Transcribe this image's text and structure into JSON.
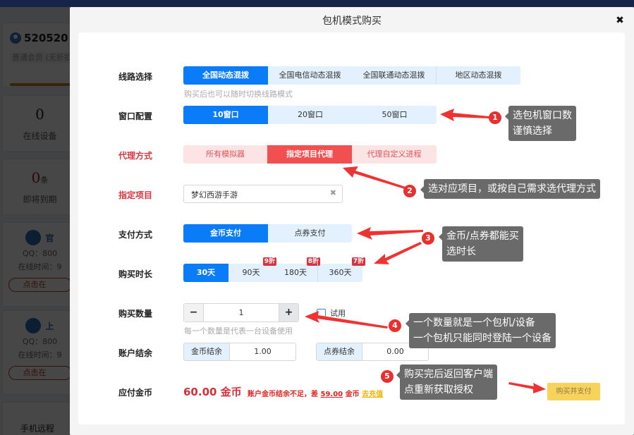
{
  "background": {
    "user": {
      "id": "520520",
      "level": "普通会员 (无折扣)"
    },
    "stats": [
      {
        "value": "0",
        "unit": "",
        "label": "在线设备"
      },
      {
        "value": "0",
        "unit": "条",
        "label": "即将到期"
      }
    ],
    "support": [
      {
        "name": "官",
        "qq": "QQ：800",
        "online": "在线时间：9",
        "button": "点击在"
      },
      {
        "name": "上",
        "qq": "QQ：800",
        "online": "在线时间：9",
        "button": "点击在"
      }
    ],
    "phone_remote": "手机远程"
  },
  "modal": {
    "title": "包机模式购买",
    "close_icon": "close-icon",
    "line": {
      "label": "线路选择",
      "options": [
        "全国动态混拨",
        "全国电信动态混拨",
        "全国联通动态混拨",
        "地区动态混拨"
      ],
      "selected": 0,
      "hint": "购买后也可以随时切换线路模式"
    },
    "window": {
      "label": "窗口配置",
      "options": [
        "10窗口",
        "20窗口",
        "50窗口"
      ],
      "selected": 0
    },
    "proxy": {
      "label": "代理方式",
      "options": [
        "所有模拟器",
        "指定项目代理",
        "代理自定义进程"
      ],
      "selected": 1
    },
    "project": {
      "label": "指定项目",
      "value": "梦幻西游手游",
      "clear_icon": "✖"
    },
    "payment": {
      "label": "支付方式",
      "options": [
        "金币支付",
        "点券支付"
      ],
      "selected": 0
    },
    "duration": {
      "label": "购买时长",
      "options": [
        {
          "label": "30天",
          "badge": ""
        },
        {
          "label": "90天",
          "badge": "9折"
        },
        {
          "label": "180天",
          "badge": "8折"
        },
        {
          "label": "360天",
          "badge": "7折"
        }
      ],
      "selected": 0
    },
    "quantity": {
      "label": "购买数量",
      "minus": "−",
      "value": "1",
      "plus": "+",
      "trial_label": "试用",
      "hint": "每一个数量是代表一台设备使用"
    },
    "balance": {
      "label": "账户结余",
      "gold_label": "金币结余",
      "gold_value": "1.00",
      "coupon_label": "点券结余",
      "coupon_value": "0.00"
    },
    "due": {
      "label": "应付金币",
      "amount": "60.00 金币",
      "warn_prefix": "账户金币结余不足，差 ",
      "warn_diff": "59.00",
      "warn_suffix": " 金币 ",
      "recharge": "去充值"
    },
    "pay_button": "购买并支付"
  },
  "annotations": [
    {
      "num": "1",
      "text": [
        "选包机窗口数",
        "谨慎选择"
      ]
    },
    {
      "num": "2",
      "text": [
        "选对应项目，或按自己需求选代理方式"
      ]
    },
    {
      "num": "3",
      "text": [
        "金币/点券都能买",
        "选时长"
      ]
    },
    {
      "num": "4",
      "text": [
        "一个数量就是一个包机/设备",
        "一个包机只能同时登陆一个设备"
      ]
    },
    {
      "num": "5",
      "text": [
        "购买完后返回客户端",
        "点重新获取授权"
      ]
    }
  ],
  "colors": {
    "primary": "#0a7cf7",
    "segment_bg": "#e3f1fe",
    "danger": "#f24f51",
    "danger_light": "#fde4e4",
    "badge": "#d6323f",
    "pay_button": "#f8d35c",
    "annotation_red": "#e8302f",
    "tooltip": "#6a6a6a"
  }
}
